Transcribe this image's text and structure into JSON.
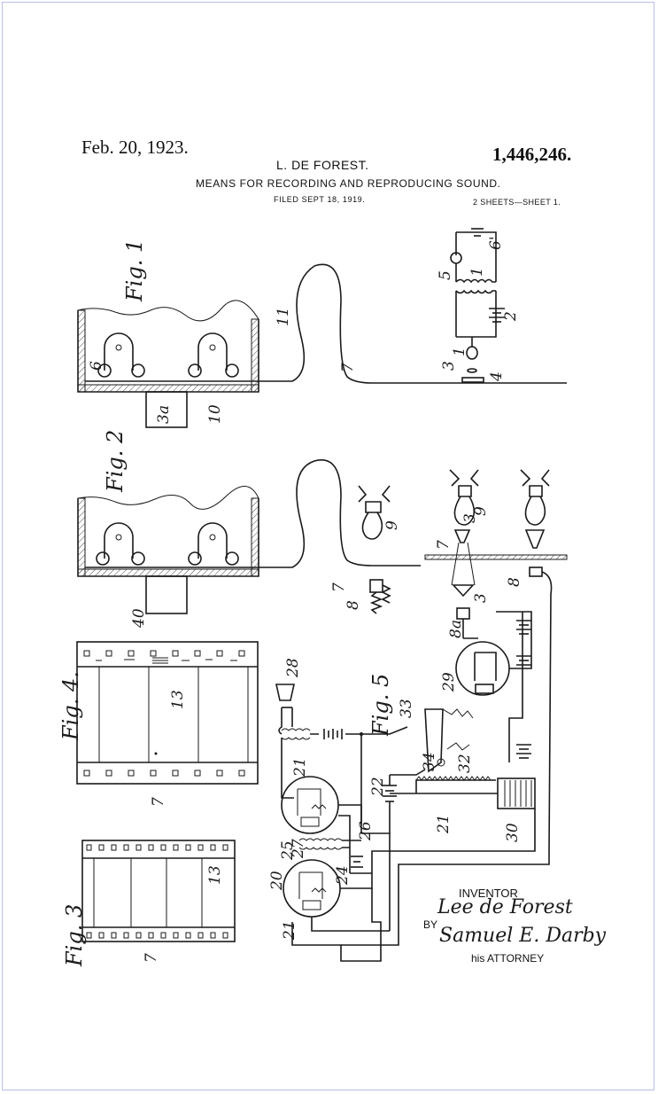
{
  "header": {
    "date": "Feb. 20, 1923.",
    "inventor": "L. DE FOREST.",
    "patent_number": "1,446,246.",
    "title": "MEANS FOR RECORDING AND REPRODUCING SOUND.",
    "filed": "FILED SEPT 18, 1919.",
    "sheets": "2 SHEETS—SHEET 1."
  },
  "figures": {
    "fig1": "Fig. 1",
    "fig2": "Fig. 2",
    "fig3": "Fig. 3",
    "fig4": "Fig. 4.",
    "fig5": "Fig. 5"
  },
  "reference_numerals": {
    "n1": "1",
    "n2": "2",
    "n3": "3",
    "n4": "4",
    "n5": "5",
    "n6": "6",
    "n7": "7",
    "n8": "8",
    "n8a": "8a",
    "n9": "9",
    "n10": "10",
    "n11": "11",
    "n13": "13",
    "n20": "20",
    "n21": "21",
    "n22": "22",
    "n24": "24",
    "n25": "25",
    "n26": "26",
    "n27": "27",
    "n28": "28",
    "n29": "29",
    "n30": "30",
    "n32": "32",
    "n33": "33",
    "n34": "34",
    "n40": "40",
    "n3a": "3a",
    "n6p": "6'"
  },
  "signature_block": {
    "inventor_label": "INVENTOR",
    "inventor_signature": "Lee de Forest",
    "by_label": "BY",
    "attorney_signature": "Samuel E. Darby",
    "attorney_label": "his ATTORNEY"
  }
}
